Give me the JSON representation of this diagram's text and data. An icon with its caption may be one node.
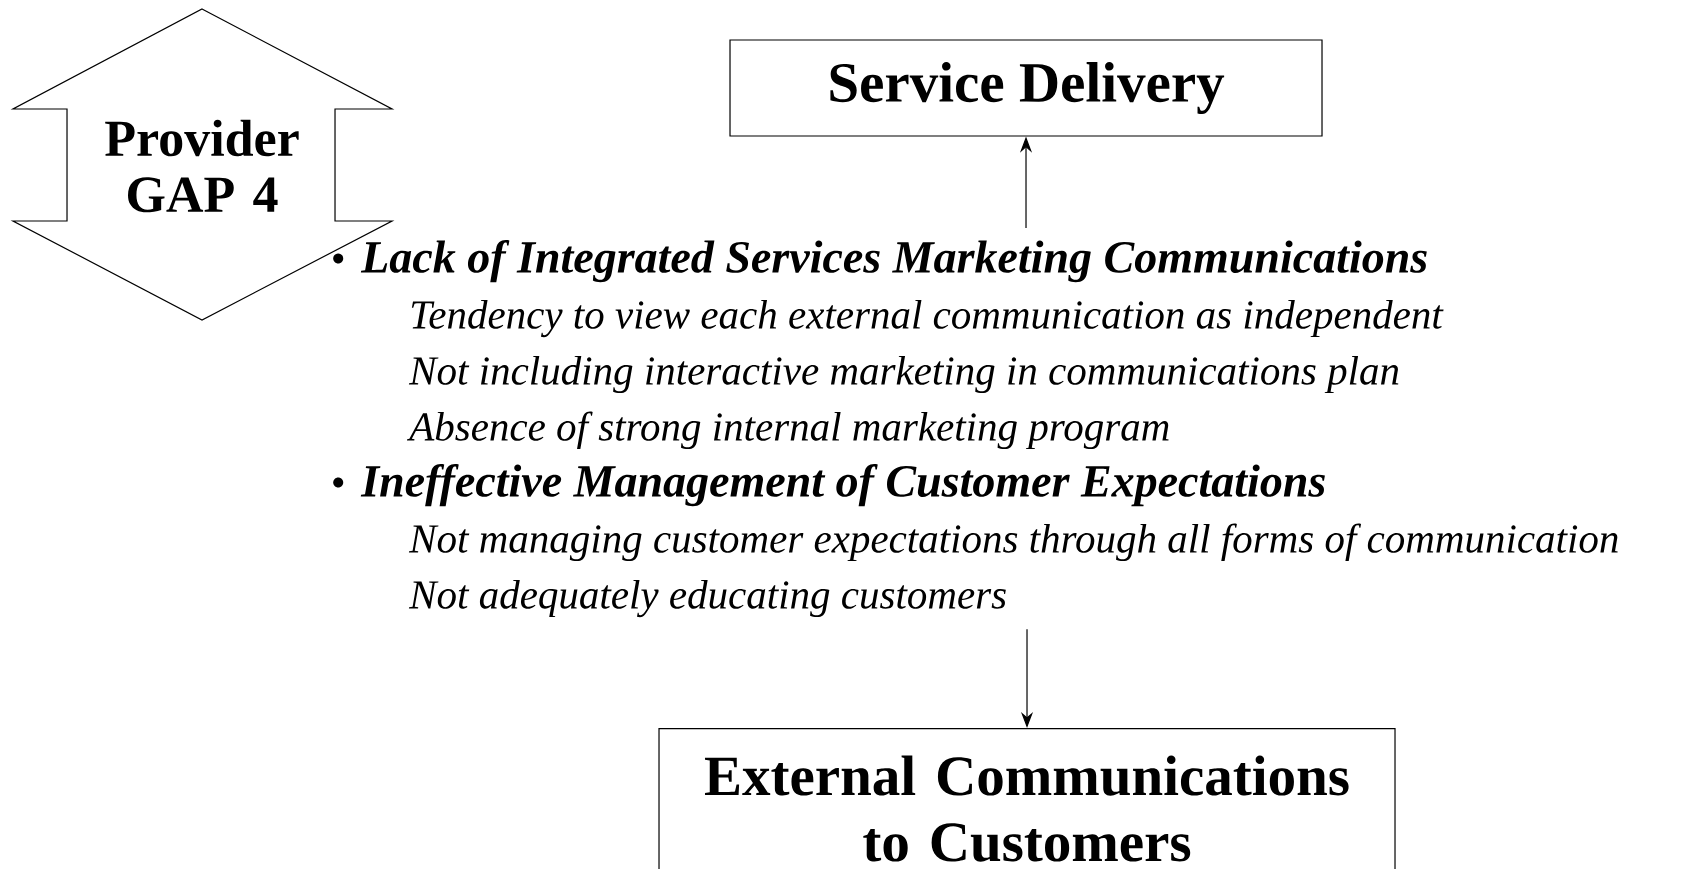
{
  "diagram": {
    "nodes": [
      {
        "text": [
          "Provider GAP 4"
        ]
      },
      {
        "text": [
          "Service Delivery"
        ]
      },
      {
        "text": [
          "Lack of Integrated Services Marketing Communications",
          "Tendency to view each external communication as independent",
          "Not including interactive marketing in communications plan",
          "Absence of strong internal marketing program",
          "Ineffective Management of Customer Expectations",
          "Not managing customer expectations through all forms of communication",
          "Not adequately educating customers"
        ]
      },
      {
        "text": [
          "External Communications to Customers"
        ]
      }
    ],
    "edges": [
      {
        "from": 2,
        "to": 1,
        "arrow": "to"
      },
      {
        "from": 2,
        "to": 3,
        "arrow": "to"
      }
    ]
  }
}
